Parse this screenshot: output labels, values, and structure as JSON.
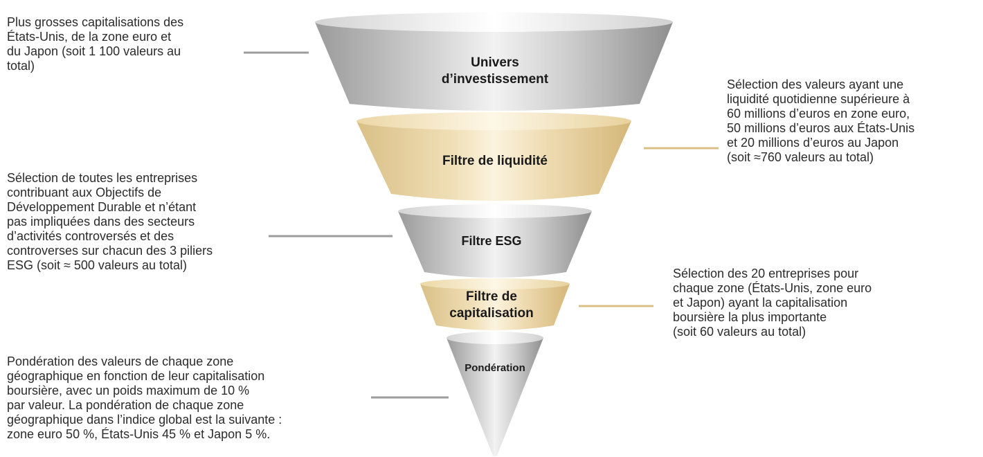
{
  "colors": {
    "gray_accent": "#9c9c9c",
    "gold_accent": "#d9bf86",
    "text": "#2b2b2b"
  },
  "stages": [
    {
      "id": "univers",
      "label": "Univers\nd’investissement",
      "tone": "gray",
      "note": "Plus grosses capitalisations des\nÉtats-Unis, de la zone euro et\ndu Japon (soit 1 100 valeurs au\ntotal)",
      "note_side": "left"
    },
    {
      "id": "liquidite",
      "label": "Filtre de liquidité",
      "tone": "gold",
      "note": "Sélection des valeurs ayant une\nliquidité quotidienne supérieure à\n60 millions d’euros en zone euro,\n50 millions d’euros aux États-Unis\net 20 millions d’euros au Japon\n(soit ≈760 valeurs au total)",
      "note_side": "right"
    },
    {
      "id": "esg",
      "label": "Filtre ESG",
      "tone": "gray",
      "note": "Sélection de toutes les entreprises\ncontribuant aux Objectifs de\nDéveloppement Durable et n’étant\npas impliquées dans des secteurs\nd’activités controversés et des\ncontroverses sur chacun des 3 piliers\nESG (soit ≈ 500 valeurs au total)",
      "note_side": "left"
    },
    {
      "id": "capitalisation",
      "label": "Filtre de\ncapitalisation",
      "tone": "gold",
      "note": "Sélection des 20 entreprises pour\nchaque zone (États-Unis, zone euro\net Japon) ayant la capitalisation\nboursière la plus importante\n(soit 60 valeurs au total)",
      "note_side": "right"
    },
    {
      "id": "ponderation",
      "label": "Pondération",
      "tone": "gray",
      "note": "Pondération des valeurs de chaque zone\ngéographique en fonction de leur capitalisation\nboursière, avec un poids maximum de 10 %\npar valeur. La pondération de chaque zone\ngéographique dans l’indice global est la suivante :\nzone euro 50 %, États-Unis 45 % et Japon 5 %.",
      "note_side": "left"
    }
  ]
}
